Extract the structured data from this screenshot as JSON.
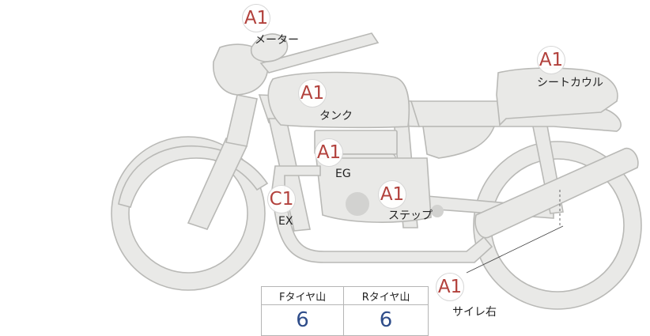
{
  "parts": [
    {
      "id": "meter",
      "grade": "A1",
      "label": "メーター"
    },
    {
      "id": "seat",
      "grade": "A1",
      "label": "シートカウル"
    },
    {
      "id": "tank",
      "grade": "A1",
      "label": "タンク"
    },
    {
      "id": "eg",
      "grade": "A1",
      "label": "EG"
    },
    {
      "id": "ex",
      "grade": "C1",
      "label": "EX"
    },
    {
      "id": "step",
      "grade": "A1",
      "label": "ステップ"
    },
    {
      "id": "silencer",
      "grade": "A1",
      "label": "サイレ右"
    }
  ],
  "tire_table": {
    "headers": [
      "Fタイヤ山",
      "Rタイヤ山"
    ],
    "values": [
      "6",
      "6"
    ]
  },
  "colors": {
    "bike_fill": "#e9e9e7",
    "bike_stroke": "#b9b9b6",
    "grade_text": "#b2413c",
    "tire_value": "#2f4d8a"
  }
}
